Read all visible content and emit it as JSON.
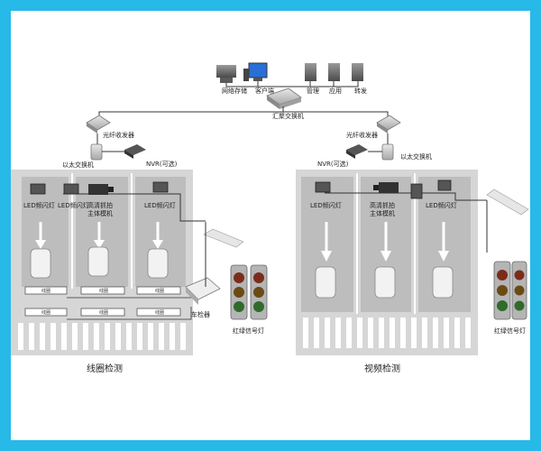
{
  "network": {
    "storage": "网络存储",
    "client": "客户端",
    "mgmt": "管理",
    "app": "应用",
    "forward": "转发",
    "core_switch": "汇聚交换机"
  },
  "left": {
    "fiber": "光纤收发器",
    "eth_switch": "以太交换机",
    "nvr": "NVR(可选)",
    "led1": "LED频闪灯",
    "led2": "LED频闪灯",
    "led3": "LED频闪灯",
    "camera": "高清抓拍\n主体模机",
    "coil": "线圈",
    "detector": "车检器",
    "light": "红绿信号灯",
    "caption": "线圈检测"
  },
  "right": {
    "fiber": "光纤收发器",
    "eth_switch": "以太交换机",
    "nvr": "NVR(可选)",
    "led1": "LED频闪灯",
    "led2": "LED频闪灯",
    "camera": "高清抓拍\n主体模机",
    "light": "红绿信号灯",
    "caption": "视频检测"
  },
  "colors": {
    "border": "#27b9e8",
    "road": "#d6d6d6",
    "lane": "#bdbdbd"
  }
}
